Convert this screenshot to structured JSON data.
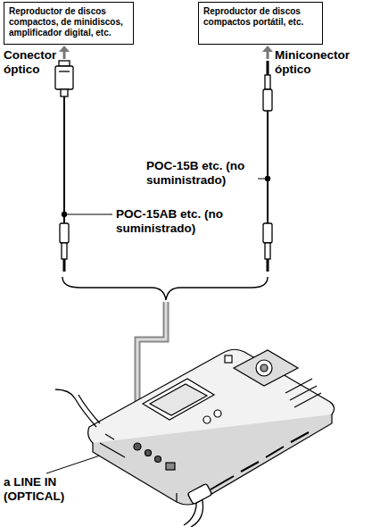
{
  "diagram": {
    "nodes": [
      {
        "text": [
          "Reproductor de discos compactos, de minidiscos, amplificador digital, etc."
        ]
      },
      {
        "text": [
          "Reproductor de discos compactos portátil, etc."
        ]
      }
    ],
    "labels": [
      "Conector óptico",
      "Miniconector óptico",
      "POC-15B etc. (no suministrado)",
      "POC-15AB etc. (no suministrado)",
      "a LINE IN (OPTICAL)"
    ]
  }
}
